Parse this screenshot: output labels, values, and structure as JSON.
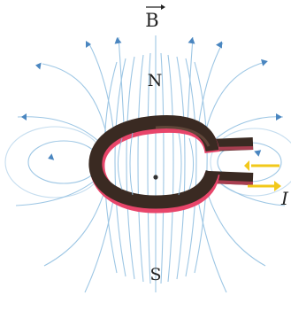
{
  "labels": {
    "field_vector": "B",
    "north_pole": "N",
    "south_pole": "S",
    "current_symbol": "I"
  },
  "colors": {
    "field_lines": "#7fb4d8",
    "field_arrows": "#3c78b4",
    "loop_outer": "#3a2a22",
    "loop_highlight": "#e8456a",
    "current_arrow": "#f2c81a",
    "center_dot": "#333333",
    "text": "#222222"
  },
  "icons": {
    "field_direction": "field-arrow-icon",
    "current_direction": "current-arrow-icon"
  }
}
